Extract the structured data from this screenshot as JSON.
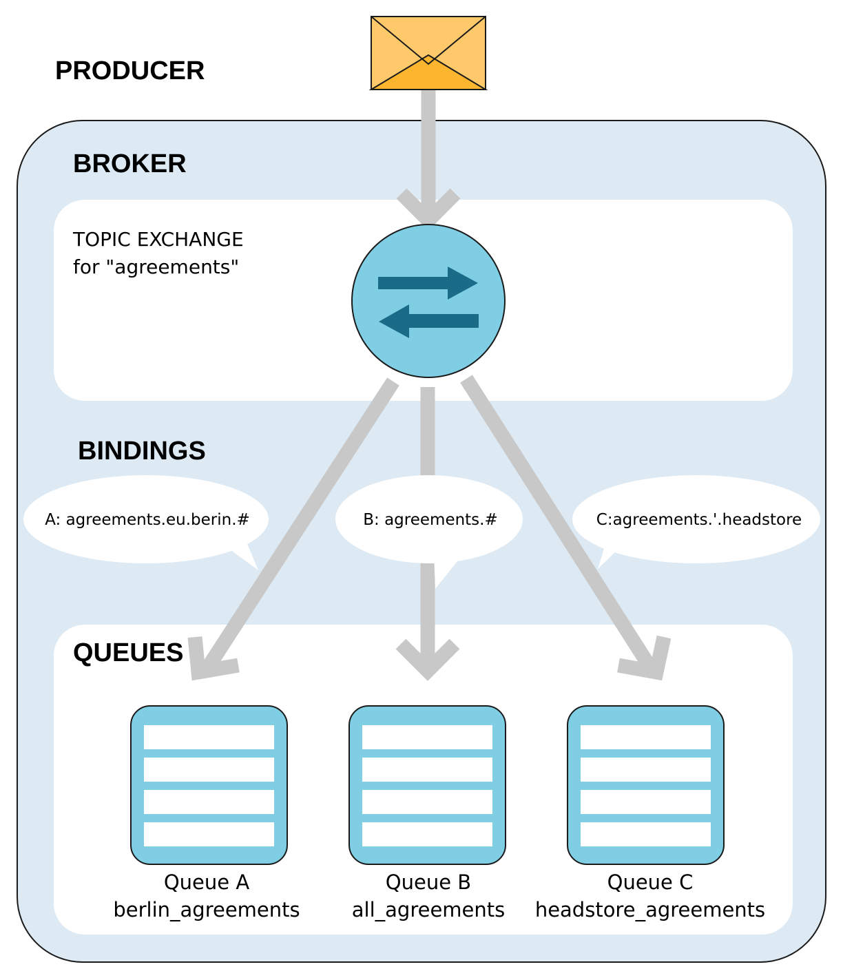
{
  "producer": {
    "label": "PRODUCER",
    "icon": "envelope-icon"
  },
  "broker": {
    "label": "BROKER"
  },
  "exchange": {
    "line1": "TOPIC EXCHANGE",
    "line2": "for \"agreements\"",
    "icon": "exchange-arrows-icon"
  },
  "bindings": {
    "label": "BINDINGS",
    "items": [
      {
        "text": "A: agreements.eu.berin.#"
      },
      {
        "text": "B: agreements.#"
      },
      {
        "text": "C:agreements.'.headstore"
      }
    ]
  },
  "queues": {
    "label": "QUEUES",
    "items": [
      {
        "name": "Queue A",
        "routing": "berlin_agreements"
      },
      {
        "name": "Queue B",
        "routing": "all_agreements"
      },
      {
        "name": "Queue C",
        "routing": "headstore_agreements"
      }
    ]
  },
  "colors": {
    "broker_bg": "#dde9f3",
    "arrow": "#c8c8c8",
    "queue_fill": "#7fcee3",
    "exchange_fill": "#7fcee3",
    "exchange_arrows": "#1a6b87",
    "envelope_top": "#fdc96a",
    "envelope_bottom": "#fbb52e"
  }
}
